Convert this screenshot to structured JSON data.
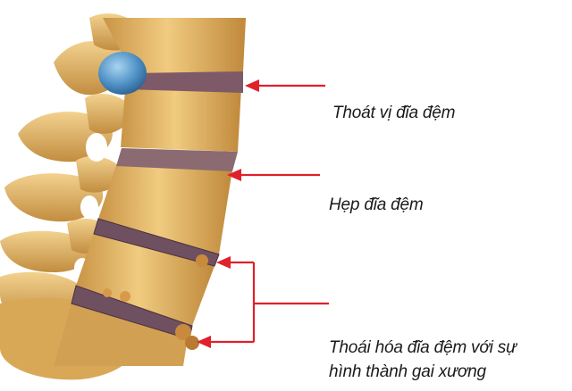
{
  "labels": {
    "herniated_disc": "Thoát vị đĩa đệm",
    "narrowed_disc": "Hẹp đĩa đệm",
    "degeneration_line1": "Thoái hóa đĩa đệm với sự",
    "degeneration_line2": "hình thành gai xương"
  },
  "colors": {
    "arrow": "#e0202a",
    "bone": "#e3b767",
    "bone_shadow": "#b98633",
    "disc": "#7e5a68",
    "herniation": "#5f9fd0"
  }
}
